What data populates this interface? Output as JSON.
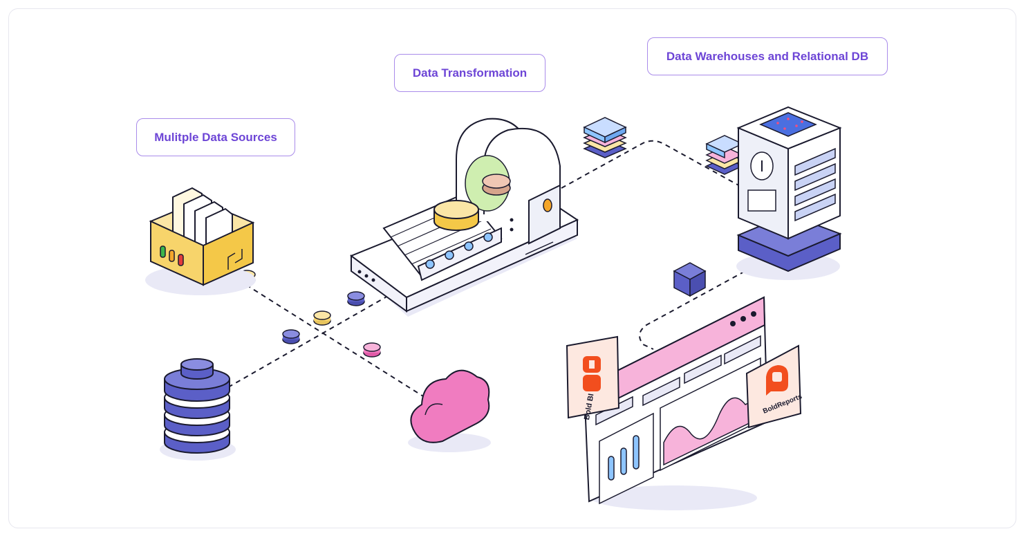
{
  "labels": {
    "sources": "Mulitple Data Sources",
    "transformation": "Data Transformation",
    "warehouse": "Data Warehouses and Relational DB"
  },
  "brands": {
    "bold_bi": "Bold BI",
    "bold_reports": "BoldReports"
  },
  "colors": {
    "accent_purple": "#6d45d6",
    "label_border": "#a98bea",
    "indigo": "#5b5fc7",
    "yellow": "#f7d46b",
    "pink": "#f07cc0",
    "brand_orange": "#f24e1e"
  }
}
